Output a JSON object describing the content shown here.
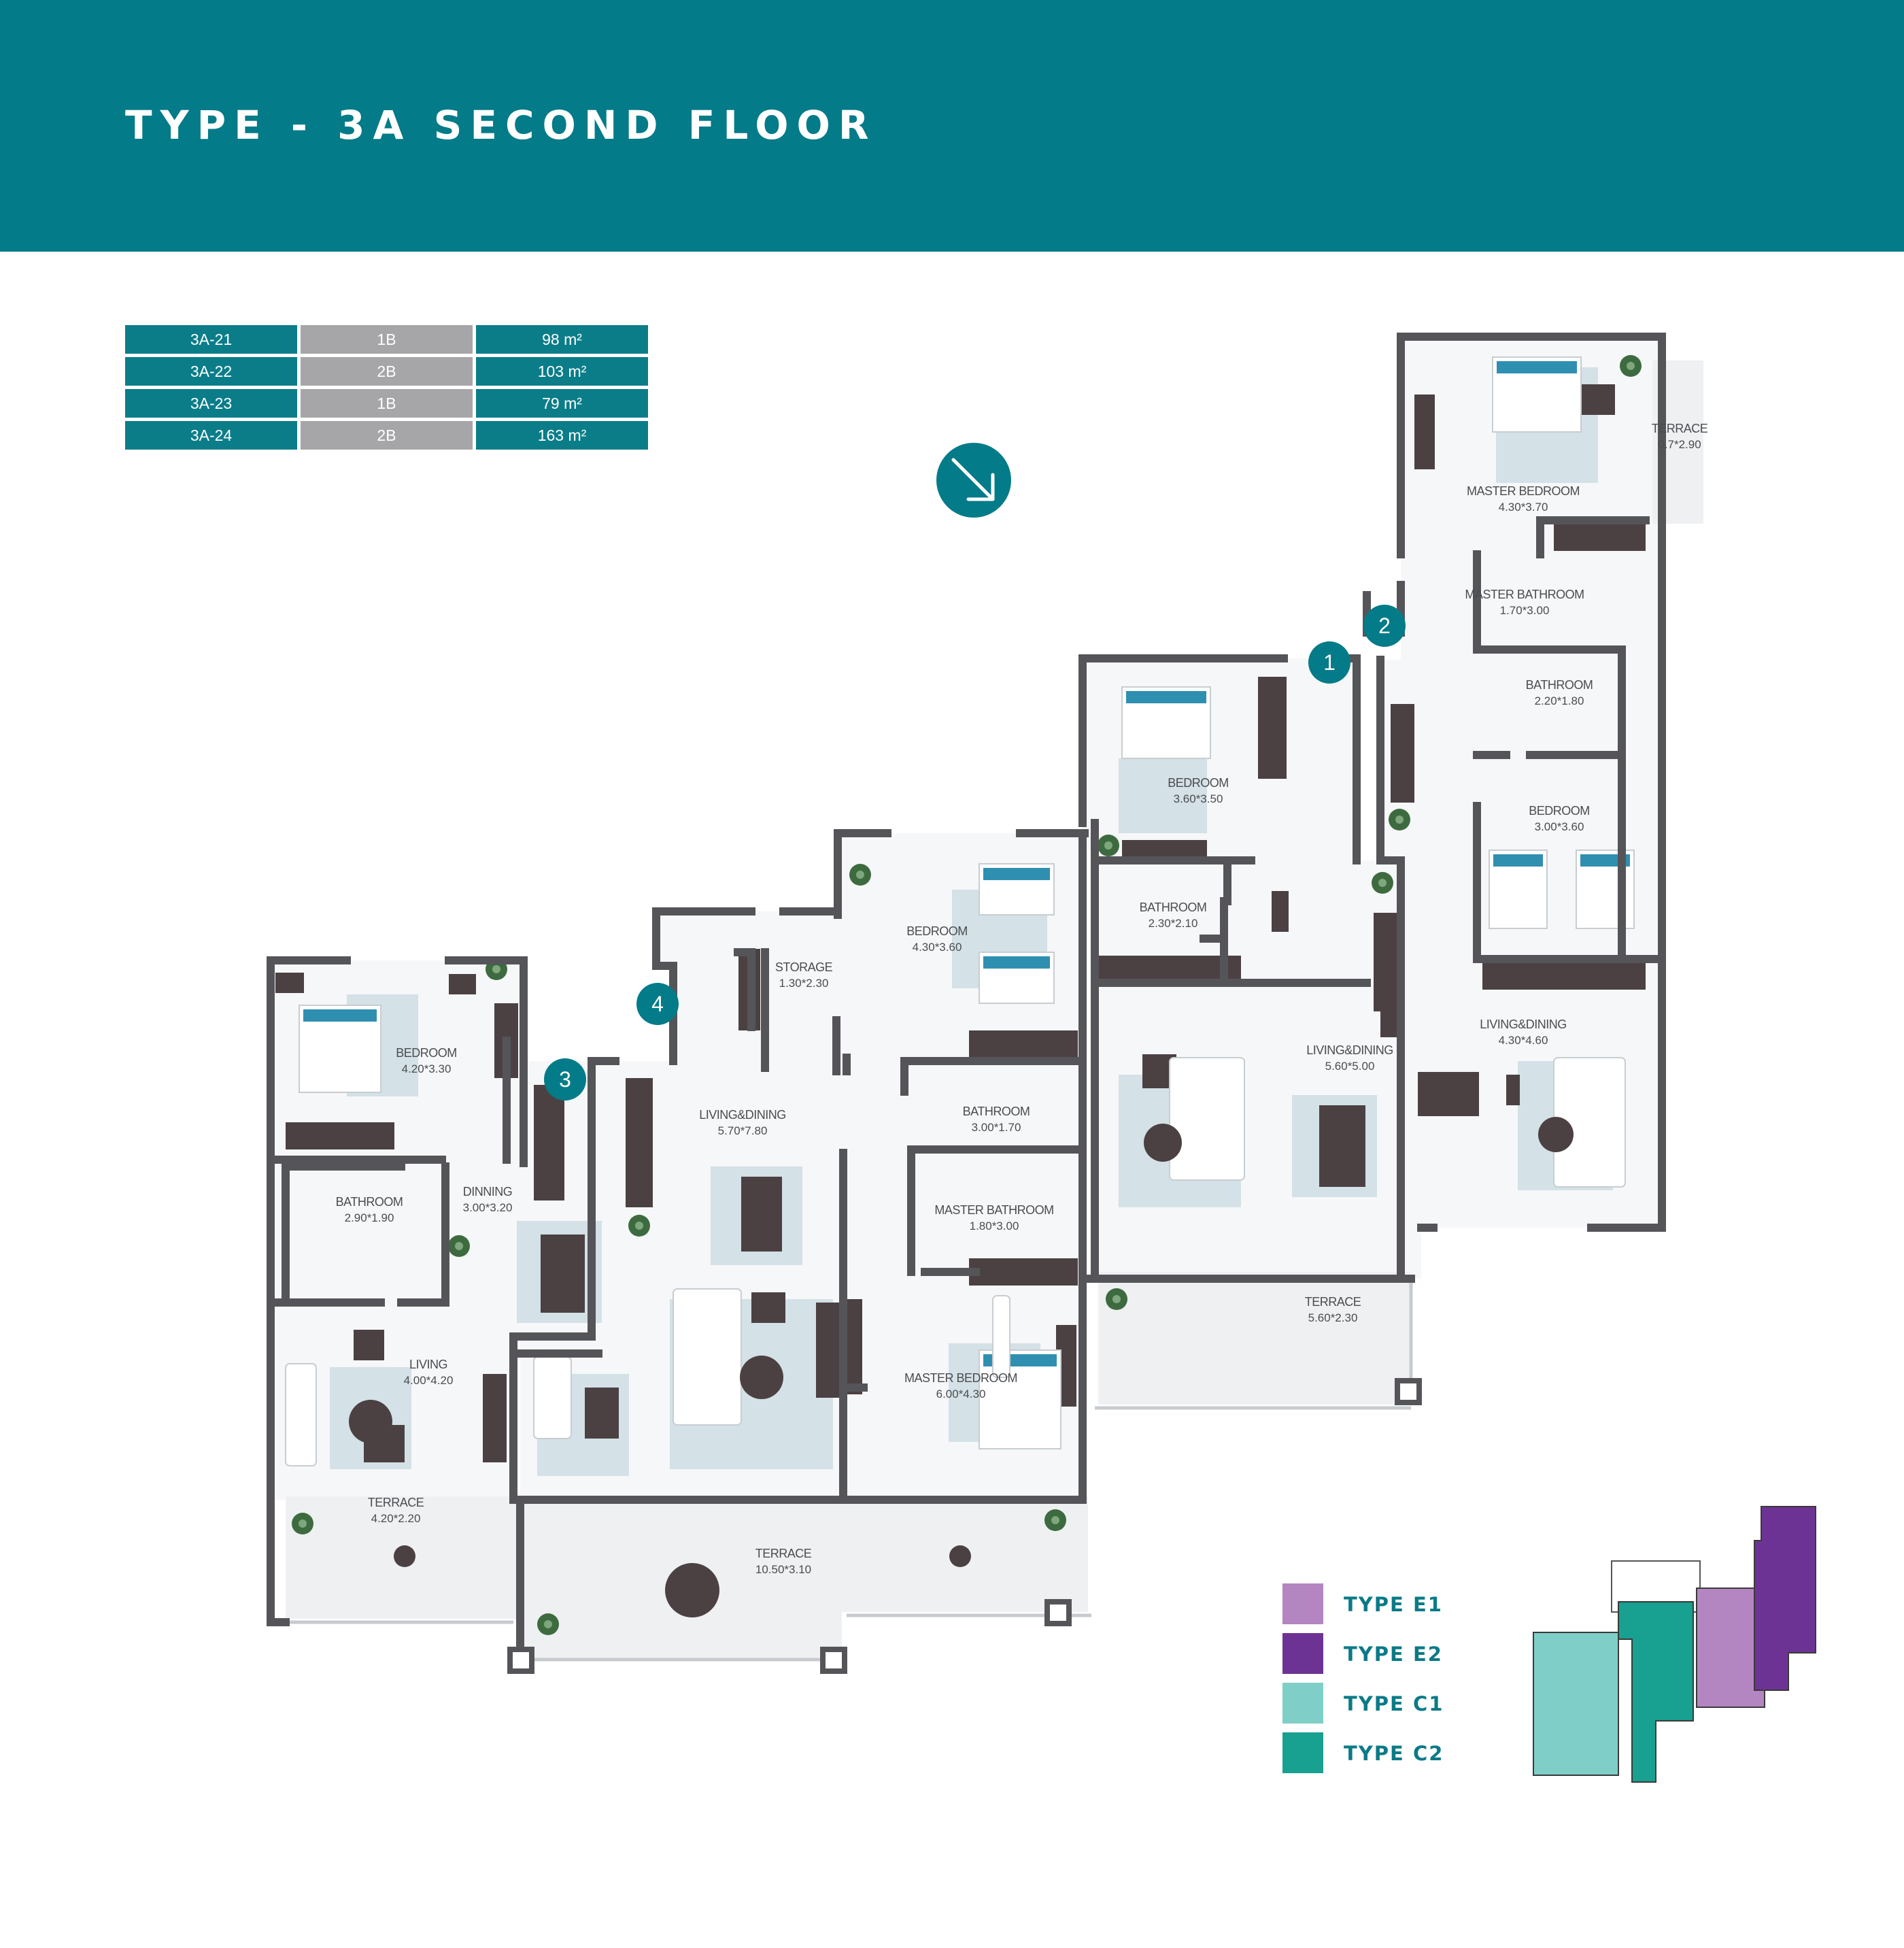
{
  "header": {
    "title": "TYPE - 3A SECOND FLOOR"
  },
  "units": [
    {
      "id": "3A-21",
      "type": "1B",
      "area": "98 m²"
    },
    {
      "id": "3A-22",
      "type": "2B",
      "area": "103 m²"
    },
    {
      "id": "3A-23",
      "type": "1B",
      "area": "79 m²"
    },
    {
      "id": "3A-24",
      "type": "2B",
      "area": "163 m²"
    }
  ],
  "markers": [
    "1",
    "2",
    "3",
    "4"
  ],
  "rooms": [
    {
      "name": "MASTER BEDROOM",
      "size": "4.30*3.70"
    },
    {
      "name": "TERRACE",
      "size": "0.7*2.90"
    },
    {
      "name": "MASTER BATHROOM",
      "size": "1.70*3.00"
    },
    {
      "name": "BATHROOM",
      "size": "2.20*1.80"
    },
    {
      "name": "BEDROOM",
      "size": "3.00*3.60"
    },
    {
      "name": "LIVING&DINING",
      "size": "4.30*4.60"
    },
    {
      "name": "BEDROOM",
      "size": "3.60*3.50"
    },
    {
      "name": "BATHROOM",
      "size": "2.30*2.10"
    },
    {
      "name": "LIVING&DINING",
      "size": "5.60*5.00"
    },
    {
      "name": "TERRACE",
      "size": "5.60*2.30"
    },
    {
      "name": "BEDROOM",
      "size": "4.30*3.60"
    },
    {
      "name": "STORAGE",
      "size": "1.30*2.30"
    },
    {
      "name": "LIVING&DINING",
      "size": "5.70*7.80"
    },
    {
      "name": "BATHROOM",
      "size": "3.00*1.70"
    },
    {
      "name": "MASTER BATHROOM",
      "size": "1.80*3.00"
    },
    {
      "name": "MASTER BEDROOM",
      "size": "6.00*4.30"
    },
    {
      "name": "TERRACE",
      "size": "10.50*3.10"
    },
    {
      "name": "BEDROOM",
      "size": "4.20*3.30"
    },
    {
      "name": "BATHROOM",
      "size": "2.90*1.90"
    },
    {
      "name": "DINNING",
      "size": "3.00*3.20"
    },
    {
      "name": "LIVING",
      "size": "4.00*4.20"
    },
    {
      "name": "TERRACE",
      "size": "4.20*2.20"
    }
  ],
  "legend": [
    {
      "label": "TYPE E1",
      "color": "#b386c2"
    },
    {
      "label": "TYPE E2",
      "color": "#6d3394"
    },
    {
      "label": "TYPE C1",
      "color": "#7fcfc8"
    },
    {
      "label": "TYPE C2",
      "color": "#18a090"
    }
  ],
  "colors": {
    "brand": "#047b88",
    "wall": "#555559",
    "floor": "#f6f7f9",
    "rug": "#d4e1e6",
    "furniture": "#4b4142",
    "terrace": "#eef0f2",
    "bedding": "#2f8fb0"
  },
  "icons": {
    "compass": "north-arrow-icon",
    "plant": "plant-icon"
  }
}
